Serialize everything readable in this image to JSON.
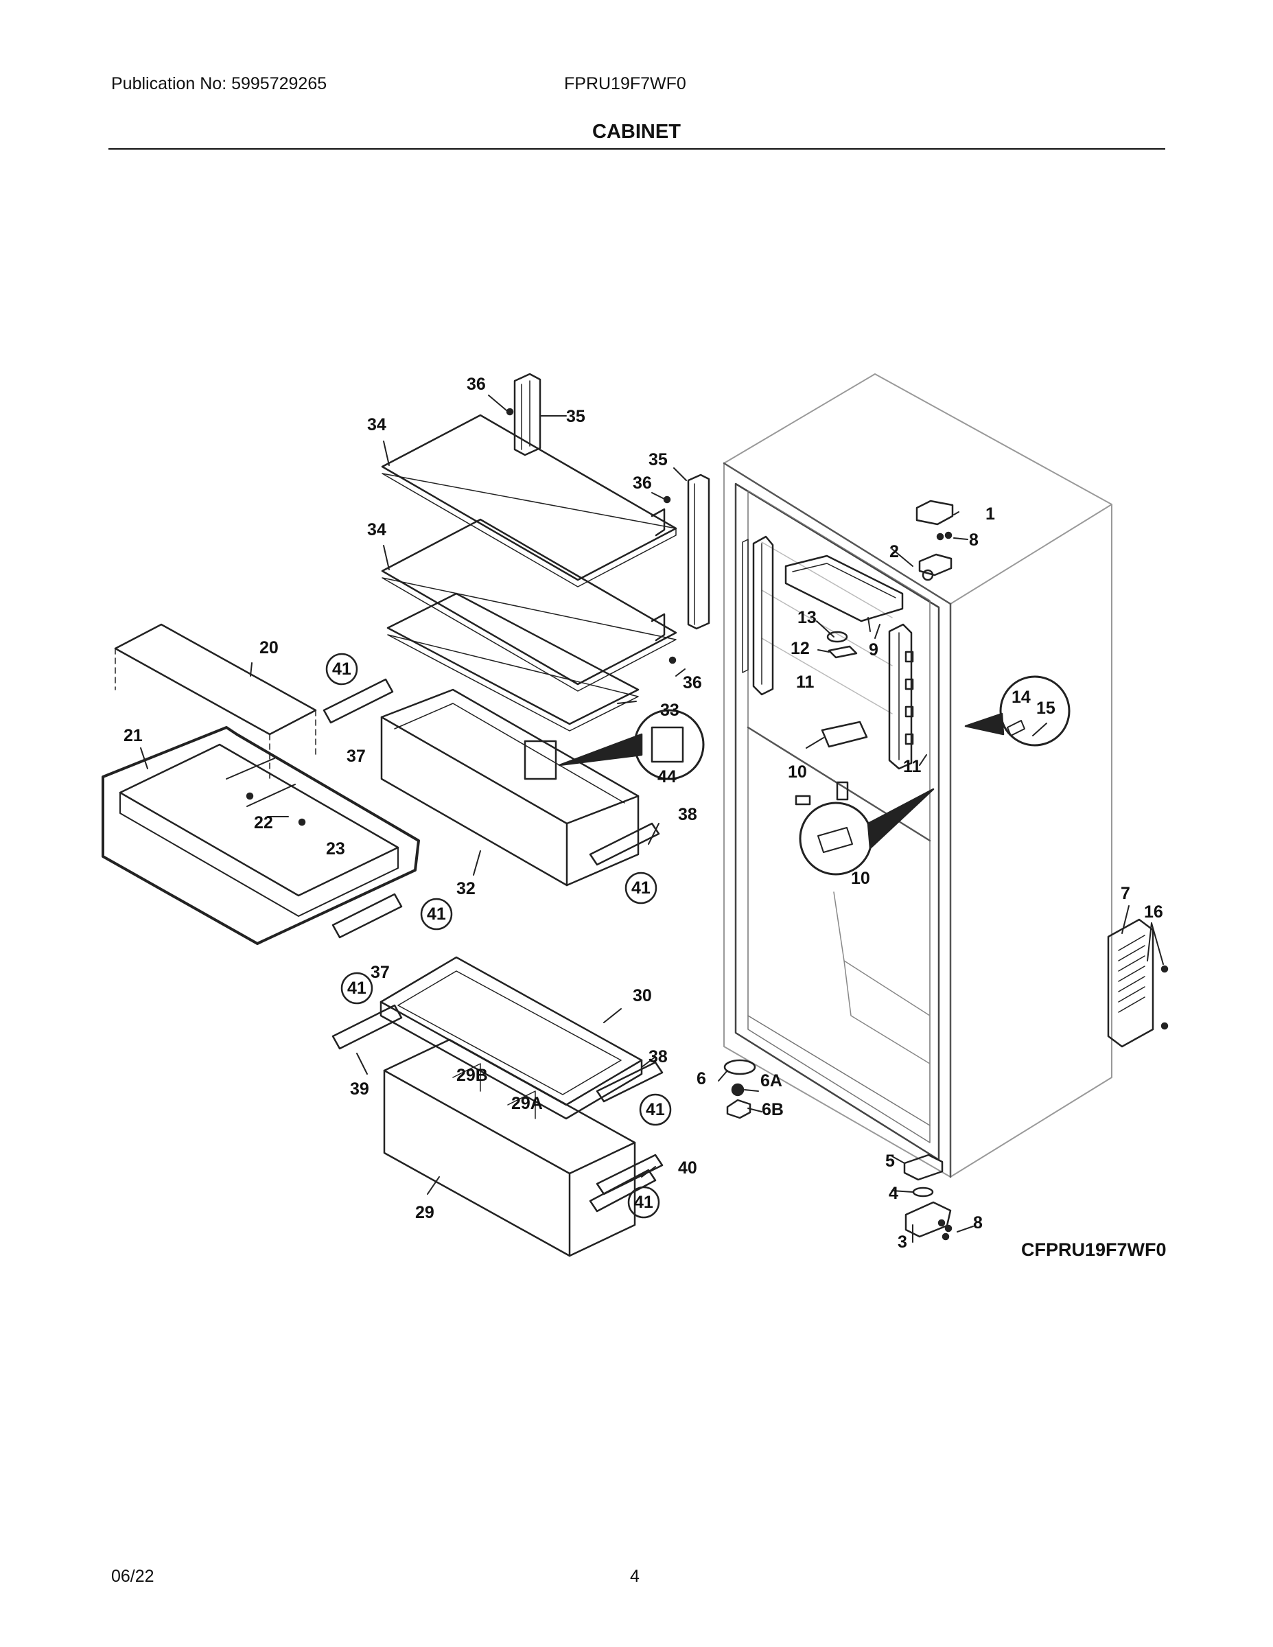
{
  "header": {
    "publication": "Publication No: 5995729265",
    "model": "FPRU19F7WF0",
    "section_title": "CABINET"
  },
  "diagram": {
    "figure_code": "CFPRU19F7WF0",
    "callouts": [
      "1",
      "2",
      "3",
      "4",
      "5",
      "6",
      "6A",
      "6B",
      "7",
      "8",
      "9",
      "10",
      "11",
      "12",
      "13",
      "14",
      "15",
      "16",
      "20",
      "21",
      "22",
      "23",
      "29",
      "29A",
      "29B",
      "30",
      "32",
      "33",
      "34",
      "35",
      "36",
      "37",
      "38",
      "39",
      "40",
      "41",
      "44"
    ]
  },
  "footer": {
    "date": "06/22",
    "page": "4"
  }
}
